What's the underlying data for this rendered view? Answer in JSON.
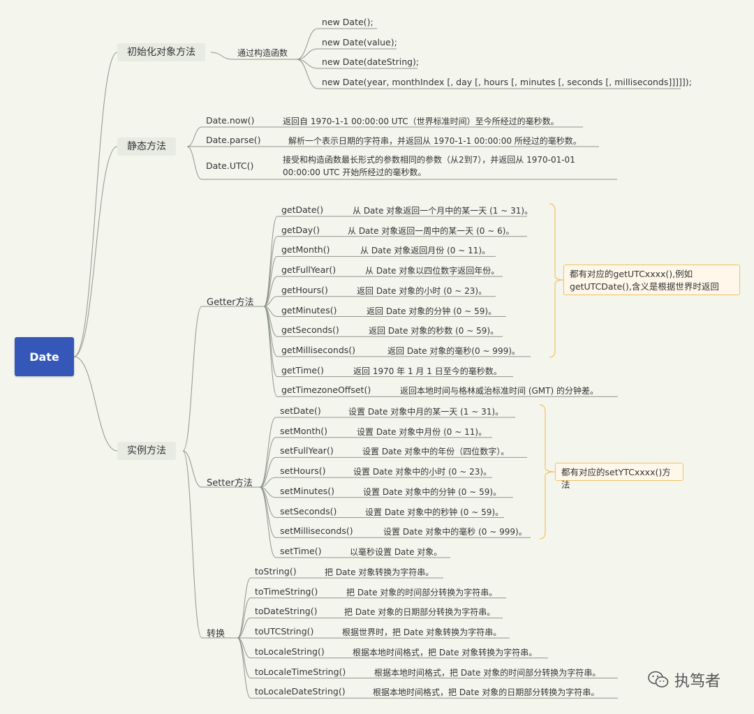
{
  "root": "Date",
  "branches": {
    "init": "初始化对象方法",
    "static": "静态方法",
    "instance": "实例方法"
  },
  "init": {
    "label": "通过构造函数",
    "constructors": [
      "new Date();",
      "new Date(value);",
      "new Date(dateString);",
      "new Date(year, monthIndex [, day [, hours [, minutes [, seconds [, milliseconds]]]]]);"
    ]
  },
  "static_methods": [
    {
      "name": "Date.now()",
      "desc": "返回自 1970-1-1 00:00:00  UTC（世界标准时间）至今所经过的毫秒数。"
    },
    {
      "name": "Date.parse()",
      "desc": "解析一个表示日期的字符串，并返回从 1970-1-1 00:00:00 所经过的毫秒数。"
    },
    {
      "name": "Date.UTC()",
      "desc": "接受和构造函数最长形式的参数相同的参数（从2到7），并返回从 1970-01-01 00:00:00 UTC 开始所经过的毫秒数。"
    }
  ],
  "getter": {
    "label": "Getter方法",
    "note": "都有对应的getUTCxxxx(),例如getUTCDate(),含义是根据世界时返回",
    "items": [
      {
        "name": "getDate()",
        "desc": "从 Date 对象返回一个月中的某一天 (1 ~ 31)。"
      },
      {
        "name": "getDay()",
        "desc": "从 Date 对象返回一周中的某一天 (0 ~ 6)。"
      },
      {
        "name": "getMonth()",
        "desc": "从 Date 对象返回月份 (0 ~ 11)。"
      },
      {
        "name": "getFullYear()",
        "desc": "从 Date 对象以四位数字返回年份。"
      },
      {
        "name": "getHours()",
        "desc": "返回 Date 对象的小时 (0 ~ 23)。"
      },
      {
        "name": "getMinutes()",
        "desc": "返回 Date 对象的分钟 (0 ~ 59)。"
      },
      {
        "name": "getSeconds()",
        "desc": "返回 Date 对象的秒数 (0 ~ 59)。"
      },
      {
        "name": "getMilliseconds()",
        "desc": "返回 Date 对象的毫秒(0 ~ 999)。"
      },
      {
        "name": "getTime()",
        "desc": "返回 1970 年 1 月 1 日至今的毫秒数。"
      },
      {
        "name": "getTimezoneOffset()",
        "desc": "返回本地时间与格林威治标准时间 (GMT) 的分钟差。"
      }
    ]
  },
  "setter": {
    "label": "Setter方法",
    "note": "都有对应的setYTCxxxx()方法",
    "items": [
      {
        "name": "setDate()",
        "desc": "设置 Date 对象中月的某一天 (1 ~ 31)。"
      },
      {
        "name": "setMonth()",
        "desc": "设置 Date 对象中月份 (0 ~ 11)。"
      },
      {
        "name": "setFullYear()",
        "desc": "设置 Date 对象中的年份（四位数字）。"
      },
      {
        "name": "setHours()",
        "desc": "设置 Date 对象中的小时 (0 ~ 23)。"
      },
      {
        "name": "setMinutes()",
        "desc": "设置 Date 对象中的分钟 (0 ~ 59)。"
      },
      {
        "name": "setSeconds()",
        "desc": "设置 Date 对象中的秒钟 (0 ~ 59)。"
      },
      {
        "name": "setMilliseconds()",
        "desc": "设置 Date 对象中的毫秒 (0 ~ 999)。"
      },
      {
        "name": "setTime()",
        "desc": "以毫秒设置 Date 对象。"
      }
    ]
  },
  "convert": {
    "label": "转换",
    "items": [
      {
        "name": "toString()",
        "desc": "把 Date 对象转换为字符串。"
      },
      {
        "name": "toTimeString()",
        "desc": "把 Date 对象的时间部分转换为字符串。"
      },
      {
        "name": "toDateString()",
        "desc": "把 Date 对象的日期部分转换为字符串。"
      },
      {
        "name": "toUTCString()",
        "desc": "根据世界时，把 Date 对象转换为字符串。"
      },
      {
        "name": "toLocaleString()",
        "desc": "根据本地时间格式，把 Date 对象转换为字符串。"
      },
      {
        "name": "toLocaleTimeString()",
        "desc": "根据本地时间格式，把 Date 对象的时间部分转换为字符串。"
      },
      {
        "name": "toLocaleDateString()",
        "desc": "根据本地时间格式，把 Date 对象的日期部分转换为字符串。"
      }
    ]
  },
  "watermark": "执笃者",
  "colors": {
    "root": "#3557b7",
    "line": "#8e948a",
    "note_border": "#f0c060",
    "background": "#f4f6ee"
  }
}
